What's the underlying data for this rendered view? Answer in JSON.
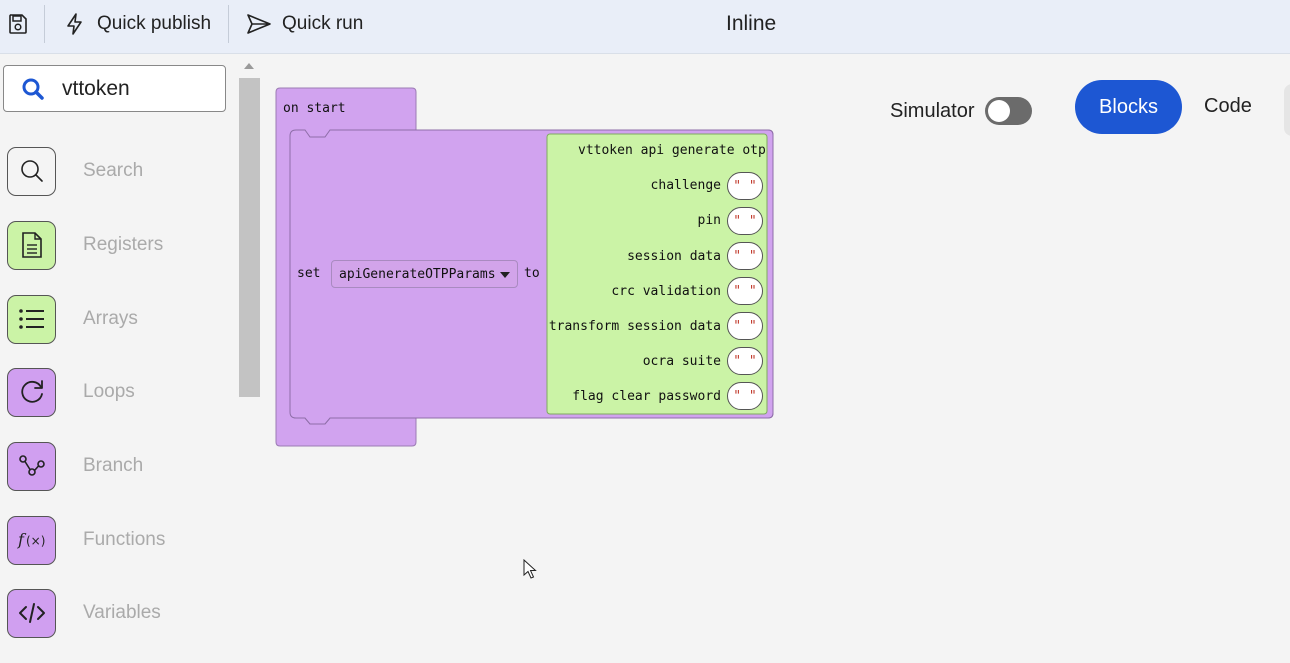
{
  "toolbar": {
    "save_icon": "save-icon",
    "quick_publish_label": "Quick publish",
    "quick_run_label": "Quick run",
    "title": "Inline"
  },
  "search": {
    "value": "vttoken",
    "icon": "search-icon"
  },
  "categories": [
    {
      "label": "Search",
      "icon": "search-icon",
      "color": "#f4f4f4"
    },
    {
      "label": "Registers",
      "icon": "document-icon",
      "color": "#cbf3a6"
    },
    {
      "label": "Arrays",
      "icon": "list-icon",
      "color": "#cbf3a6"
    },
    {
      "label": "Loops",
      "icon": "loop-icon",
      "color": "#d09ff0"
    },
    {
      "label": "Branch",
      "icon": "branch-icon",
      "color": "#d09ff0"
    },
    {
      "label": "Functions",
      "icon": "function-icon",
      "color": "#d09ff0"
    },
    {
      "label": "Variables",
      "icon": "code-icon",
      "color": "#d09ff0"
    }
  ],
  "header_right": {
    "simulator_label": "Simulator",
    "simulator_on": false,
    "tab_blocks": "Blocks",
    "tab_code": "Code"
  },
  "workspace": {
    "on_start_label": "on start",
    "set_label": "set",
    "variable_name": "apiGenerateOTPParams",
    "to_label": "to",
    "api_block_title": "vttoken api generate otp",
    "params": [
      {
        "label": "challenge",
        "value": "\" \""
      },
      {
        "label": "pin",
        "value": "\" \""
      },
      {
        "label": "session data",
        "value": "\" \""
      },
      {
        "label": "crc validation",
        "value": "\" \""
      },
      {
        "label": "transform session data",
        "value": "\" \""
      },
      {
        "label": "ocra suite",
        "value": "\" \""
      },
      {
        "label": "flag clear password",
        "value": "\" \""
      }
    ],
    "colors": {
      "event_block": "#d1a3ef",
      "api_block": "#cbf3a6",
      "accent_blue": "#1d57d3"
    }
  }
}
